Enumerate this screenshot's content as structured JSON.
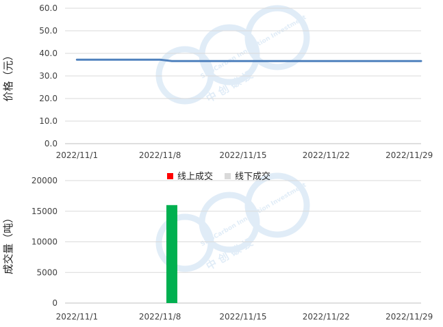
{
  "chart_data": [
    {
      "type": "line",
      "ylabel": "价格（元）",
      "ylim": [
        0,
        60
      ],
      "yticks": [
        "0.0",
        "10.0",
        "20.0",
        "30.0",
        "40.0",
        "50.0",
        "60.0"
      ],
      "ytick_values": [
        0,
        10,
        20,
        30,
        40,
        50,
        60
      ],
      "xticks": [
        "2022/11/1",
        "2022/11/8",
        "2022/11/15",
        "2022/11/22",
        "2022/11/29"
      ],
      "xtick_days": [
        1,
        8,
        15,
        22,
        29
      ],
      "xlim_days": [
        0,
        30
      ],
      "grid": "horizontal",
      "series": [
        {
          "color": "#4f81bd",
          "x": [
            "2022/11/1",
            "2022/11/8",
            "2022/11/9",
            "2022/11/30"
          ],
          "values": [
            37.2,
            37.2,
            36.6,
            36.6
          ]
        }
      ]
    },
    {
      "type": "bar",
      "ylabel": "成交量（吨）",
      "ylim": [
        0,
        20000
      ],
      "yticks": [
        "0",
        "5000",
        "10000",
        "15000",
        "20000"
      ],
      "ytick_values": [
        0,
        5000,
        10000,
        15000,
        20000
      ],
      "xticks": [
        "2022/11/1",
        "2022/11/8",
        "2022/11/15",
        "2022/11/22",
        "2022/11/29"
      ],
      "xtick_days": [
        1,
        8,
        15,
        22,
        29
      ],
      "xlim_days": [
        0,
        30
      ],
      "grid": "horizontal",
      "legend": {
        "placement": "top-center",
        "items": [
          {
            "name": "线上成交",
            "color": "#ff0000"
          },
          {
            "name": "线下成交",
            "color": "#d9d9d9"
          }
        ]
      },
      "bars": [
        {
          "x": "2022/11/9",
          "value": 16000,
          "color": "#00b050"
        }
      ]
    }
  ],
  "watermark": {
    "brand": "SinoCarbon Innovation Investment",
    "cn": "中 创 碳 投",
    "color": "#5b9bd5"
  }
}
